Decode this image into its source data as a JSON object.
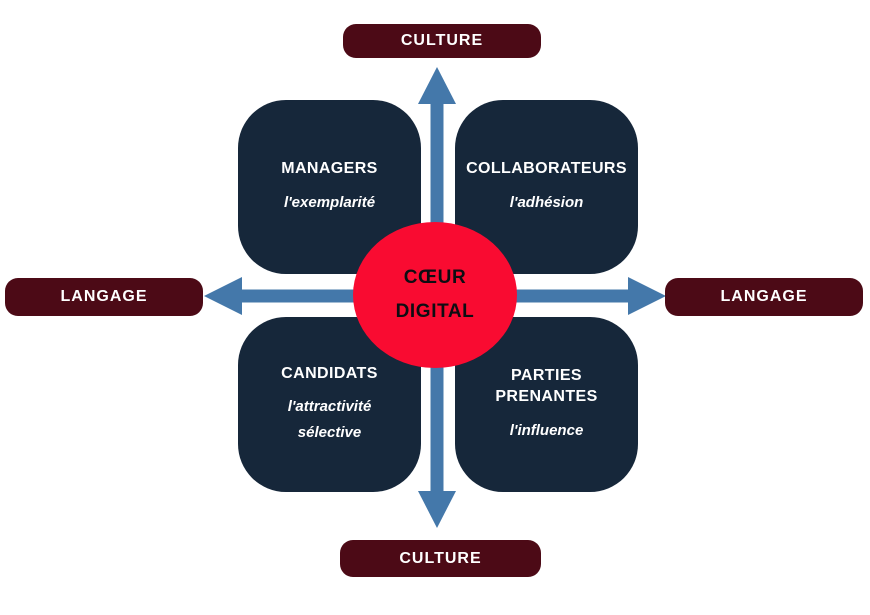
{
  "diagram": {
    "type": "quadrant-cross-diagram",
    "center": {
      "line1": "CŒUR",
      "line2": "DIGITAL"
    },
    "axis_labels": {
      "top": "CULTURE",
      "bottom": "CULTURE",
      "left": "LANGAGE",
      "right": "LANGAGE"
    },
    "quadrants": [
      {
        "id": "managers",
        "position": "top-left",
        "title": "MANAGERS",
        "subtitle": "l'exemplarité"
      },
      {
        "id": "collaborateurs",
        "position": "top-right",
        "title": "COLLABORATEURS",
        "subtitle": "l'adhésion"
      },
      {
        "id": "candidats",
        "position": "bottom-left",
        "title": "CANDIDATS",
        "subtitle": "l'attractivité sélective"
      },
      {
        "id": "parties-prenantes",
        "position": "bottom-right",
        "title": "PARTIES PRENANTES",
        "subtitle": "l'influence"
      }
    ],
    "colors": {
      "background": "#ffffff",
      "quadrant_box": "#16273a",
      "center_circle": "#f90b31",
      "axis_label_pill": "#4c0a16",
      "arrow": "#4478aa",
      "box_text": "#ffffff",
      "circle_text": "#0d0d12"
    }
  }
}
